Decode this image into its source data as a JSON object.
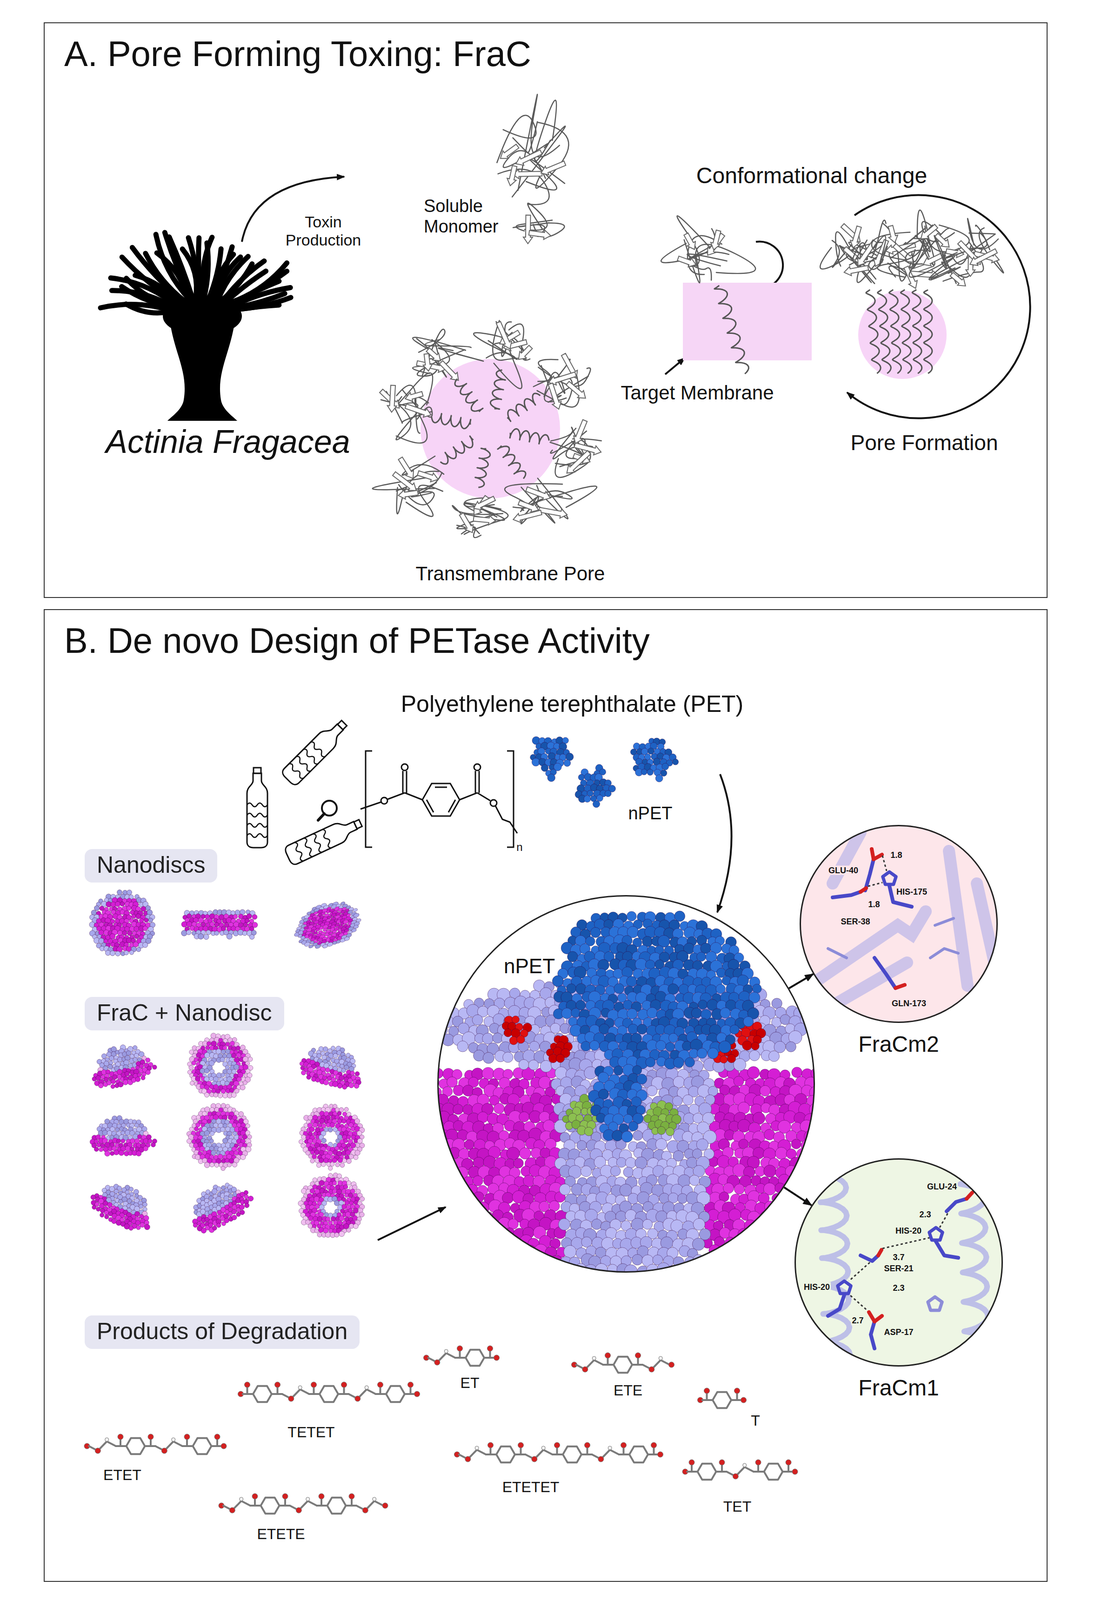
{
  "diagram": {
    "nodes": [
      {
        "text": [
          "A. Pore Forming Toxing: FraC"
        ]
      },
      {
        "text": [
          "B. De novo Design of PETase Activity"
        ]
      },
      {
        "text": [
          "Nanodiscs"
        ],
        "in": 1
      },
      {
        "text": [
          "FraC + Nanodisc"
        ],
        "in": 1
      },
      {
        "text": [
          "nPET"
        ],
        "in": 1
      },
      {
        "text": [
          "FraCm2"
        ],
        "in": 1
      },
      {
        "text": [
          "FraCm1"
        ],
        "in": 1
      },
      {
        "text": [
          "Products of Degradation"
        ],
        "in": 1
      }
    ],
    "edges": [
      {
        "from": 4,
        "to": 5,
        "arrow": "to"
      },
      {
        "from": 4,
        "to": 6,
        "arrow": "to"
      }
    ],
    "labels": [
      "Toxin Production",
      "Soluble Monomer",
      "Conformational change",
      "Target Membrane",
      "Pore Formation",
      "Actinia Fragacea",
      "Transmembrane Pore",
      "Polyethylene terephthalate (PET)",
      "n",
      "nPET",
      "GLU-40",
      "1.8",
      "HIS-175",
      "1.8",
      "SER-38",
      "GLN-173",
      "GLU-24",
      "2.3",
      "HIS-20",
      "3.7",
      "SER-21",
      "HIS-20",
      "2.3",
      "2.7",
      "ASP-17",
      "ETET",
      "TETET",
      "ET",
      "ETE",
      "T",
      "ETETET",
      "TET",
      "ETETE"
    ]
  }
}
